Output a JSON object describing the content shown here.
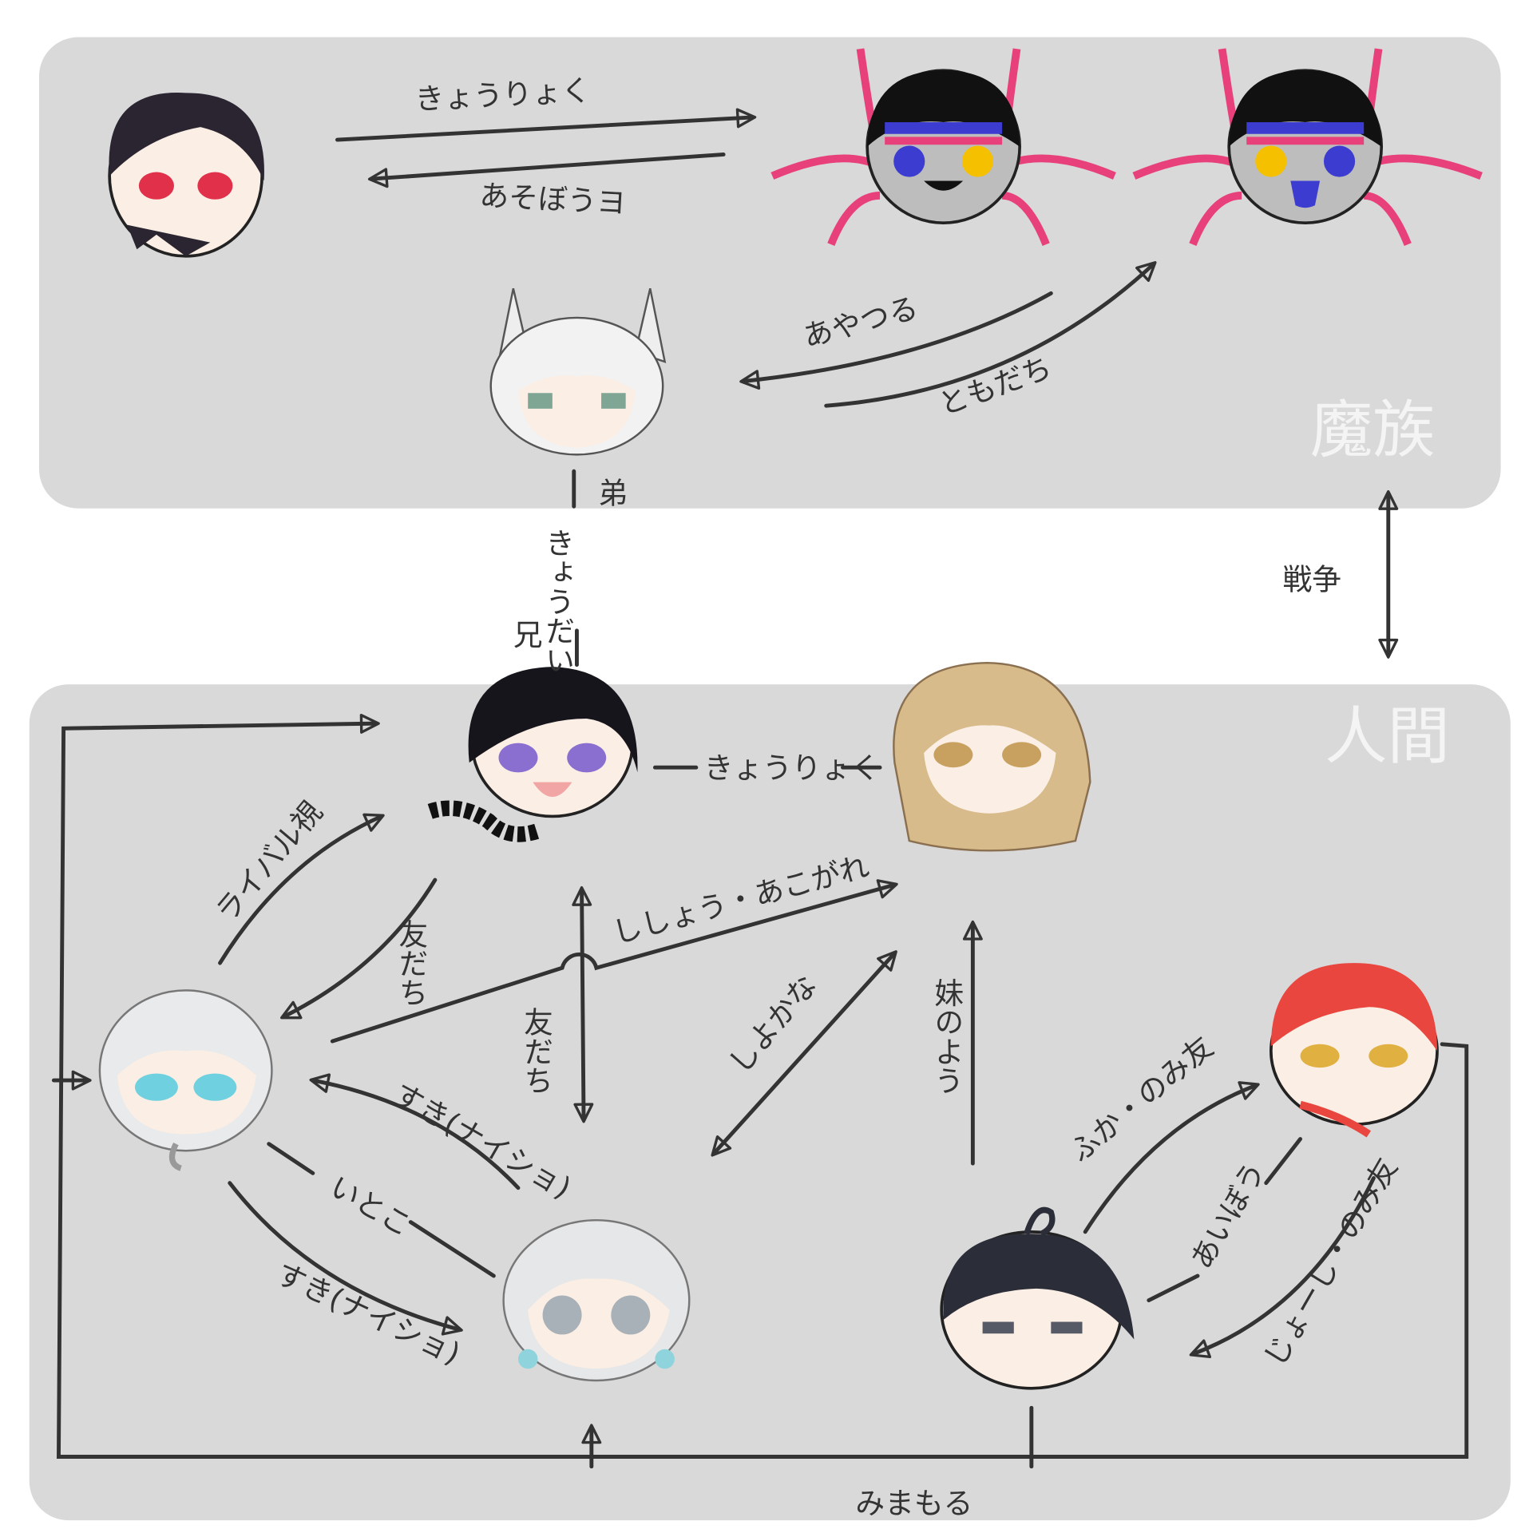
{
  "groups": {
    "demon": "魔族",
    "human": "人間"
  },
  "colors": {
    "panel": "#d9d9d9",
    "line": "#333333",
    "group_label": "#f4f4f4"
  },
  "characters": [
    {
      "id": "red-eyed-dark-hair",
      "hair": "#2a2530",
      "eye": "#e0304a"
    },
    {
      "id": "spider-twin-left",
      "hair": "#111111",
      "eye": "#f5c000"
    },
    {
      "id": "spider-twin-right",
      "hair": "#111111",
      "eye": "#f5c000"
    },
    {
      "id": "white-dragon-girl",
      "hair": "#f2f2f2",
      "eye": "#7fa595"
    },
    {
      "id": "dark-hair-purple-eyes",
      "hair": "#17151c",
      "eye": "#8a6fd0"
    },
    {
      "id": "blonde",
      "hair": "#d8bb8a",
      "eye": "#c8a060"
    },
    {
      "id": "silver-hair-boy",
      "hair": "#e8eaec",
      "eye": "#6fd0e0"
    },
    {
      "id": "silver-hair-girl",
      "hair": "#e6e7e9",
      "eye": "#a8b0b8"
    },
    {
      "id": "dark-hair-boy",
      "hair": "#2b2d38",
      "eye": "#555a66"
    },
    {
      "id": "red-hair",
      "hair": "#e8463e",
      "eye": "#e0b040"
    }
  ],
  "relations": {
    "cooperate_top": "きょうりょく",
    "play": "あそぼうヨ",
    "manipulate": "あやつる",
    "friend_top": "ともだち",
    "younger_brother": "弟",
    "siblings": "きょうだい",
    "older_brother": "兄",
    "war": "戦争",
    "cooperate_bottom": "きょうりょく",
    "rival": "ライバル視",
    "friend_left": "友だち",
    "mentor": "ししょう・あこがれ",
    "friend_center": "友だち",
    "close": "しよかな",
    "like_sister": "妹のよう",
    "crush_1": "すき(ナイショ)",
    "cousin": "いとこ",
    "crush_2": "すき(ナイショ)",
    "drinking_buddy": "ふか・のみ友",
    "partner": "あいぼう",
    "boss_drinking": "じょーし・のみ友",
    "watch_over": "みまもる"
  }
}
